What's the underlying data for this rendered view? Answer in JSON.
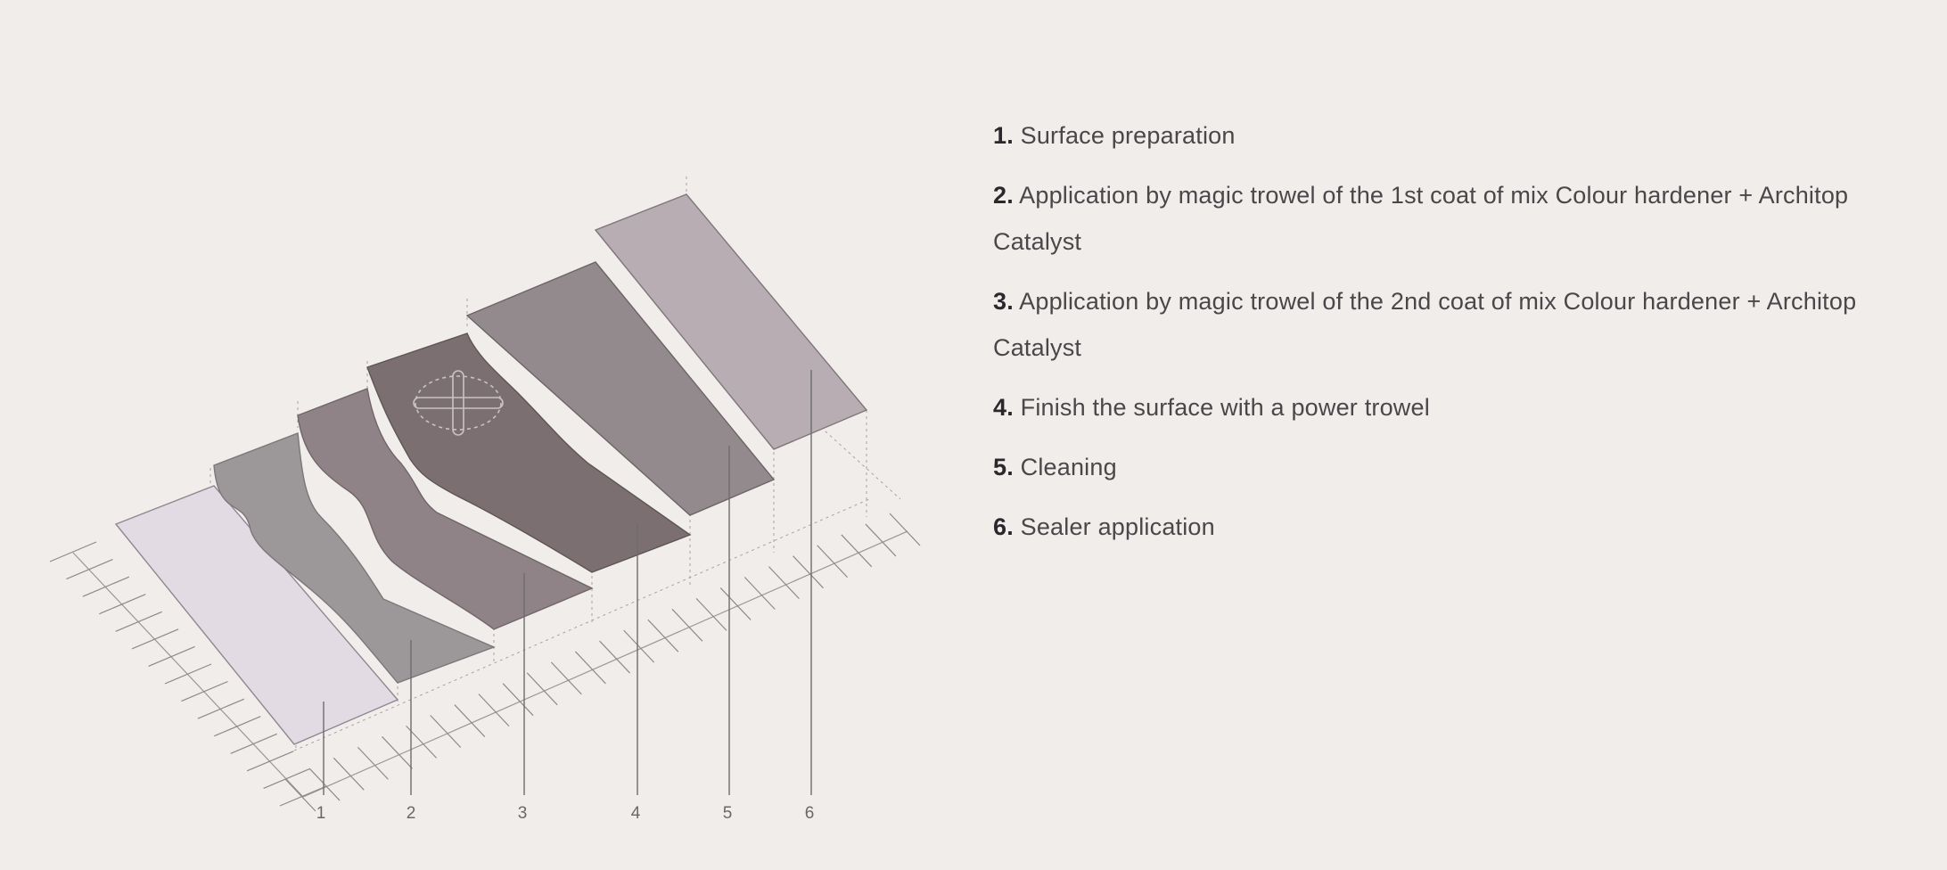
{
  "diagram": {
    "layer_labels": [
      "1",
      "2",
      "3",
      "4",
      "5",
      "6"
    ],
    "layer_colors": [
      "#e3dbe3",
      "#9c9799",
      "#8f8387",
      "#7c6f71",
      "#938a8d",
      "#b8adb2"
    ]
  },
  "steps": [
    {
      "number": "1.",
      "text": "Surface preparation"
    },
    {
      "number": "2.",
      "text": "Application by magic trowel of the 1st coat of mix Colour hardener + Architop Catalyst"
    },
    {
      "number": "3.",
      "text": "Application by magic trowel of the 2nd coat of mix Colour hardener + Architop Catalyst"
    },
    {
      "number": "4.",
      "text": "Finish the surface with a power trowel"
    },
    {
      "number": "5.",
      "text": "Cleaning"
    },
    {
      "number": "6.",
      "text": "Sealer application"
    }
  ]
}
